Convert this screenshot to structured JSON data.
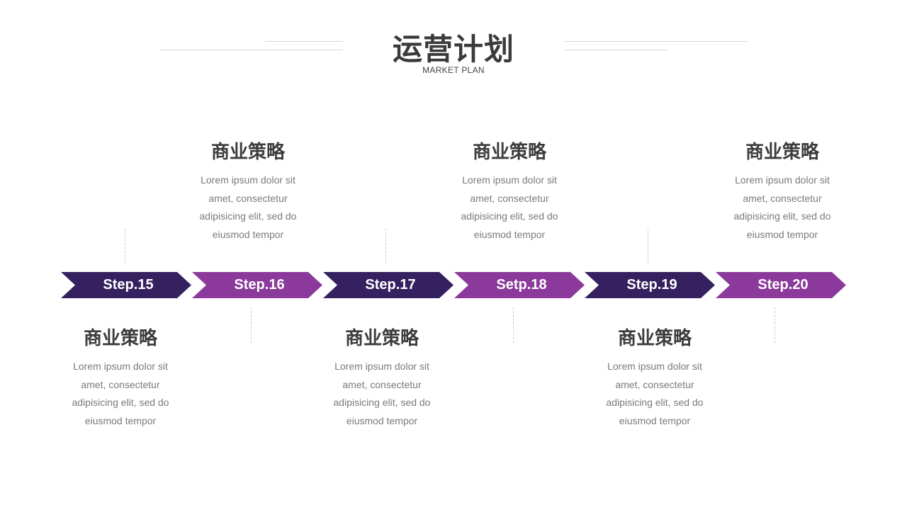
{
  "header": {
    "title": "运营计划",
    "subtitle": "MARKET PLAN"
  },
  "colors": {
    "dark": "#35215f",
    "purple": "#8b3a9b",
    "heading": "#3c3c3c",
    "body_text": "#7a7a7a"
  },
  "steps": [
    {
      "label": "Step.15"
    },
    {
      "label": "Step.16"
    },
    {
      "label": "Step.17"
    },
    {
      "label": "Setp.18"
    },
    {
      "label": "Step.19"
    },
    {
      "label": "Step.20"
    }
  ],
  "top_blocks": [
    {
      "heading": "商业策略",
      "text": "Lorem ipsum dolor sit amet, consectetur adipisicing elit, sed do eiusmod tempor"
    },
    {
      "heading": "商业策略",
      "text": "Lorem ipsum dolor sit amet, consectetur adipisicing elit, sed do eiusmod tempor"
    },
    {
      "heading": "商业策略",
      "text": "Lorem ipsum dolor sit amet, consectetur adipisicing elit, sed do eiusmod tempor"
    }
  ],
  "bottom_blocks": [
    {
      "heading": "商业策略",
      "text": "Lorem ipsum dolor sit amet, consectetur adipisicing elit, sed do eiusmod tempor"
    },
    {
      "heading": "商业策略",
      "text": "Lorem ipsum dolor sit amet, consectetur adipisicing elit, sed do eiusmod tempor"
    },
    {
      "heading": "商业策略",
      "text": "Lorem ipsum dolor sit amet, consectetur adipisicing elit, sed do eiusmod tempor"
    }
  ]
}
